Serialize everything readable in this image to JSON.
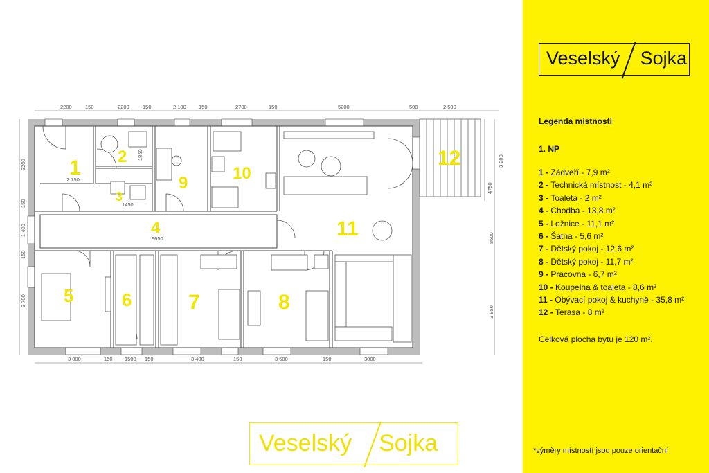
{
  "brand": {
    "part1": "Veselský",
    "part2": "Sojka"
  },
  "legend": {
    "heading": "Legenda místností",
    "floor": "1. NP",
    "rooms": [
      {
        "num": "1",
        "name": "Zádveří - 7,9 m²"
      },
      {
        "num": "2",
        "name": "Technická místnost - 4,1 m²"
      },
      {
        "num": "3",
        "name": "Toaleta - 2 m²"
      },
      {
        "num": "4",
        "name": "Chodba - 13,8 m²"
      },
      {
        "num": "5",
        "name": "Ložnice - 11,1 m²"
      },
      {
        "num": "6",
        "name": "Šatna - 5,6 m²"
      },
      {
        "num": "7",
        "name": "Dětský pokoj - 12,6 m²"
      },
      {
        "num": "8",
        "name": "Dětský pokoj - 11,7 m²"
      },
      {
        "num": "9",
        "name": "Pracovna - 6,7 m²"
      },
      {
        "num": "10",
        "name": "Koupelna & toaleta - 8,6 m²"
      },
      {
        "num": "11",
        "name": "Obývací pokoj & kuchyně - 35,8 m²"
      },
      {
        "num": "12",
        "name": "Terasa - 8 m²"
      }
    ],
    "total": "Celková plocha bytu je 120 m²."
  },
  "footnote": "*výměry místností jsou pouze orientační",
  "plan": {
    "room_labels": [
      "1",
      "2",
      "3",
      "4",
      "5",
      "6",
      "7",
      "8",
      "9",
      "10",
      "11",
      "12"
    ],
    "dims_top": [
      "2200",
      "150",
      "2200",
      "150",
      "2 100",
      "150",
      "2700",
      "150",
      "5200",
      "500",
      "2 500"
    ],
    "dims_bottom": [
      "3 000",
      "150",
      "1500",
      "150",
      "3 400",
      "150",
      "3 500",
      "150",
      "3000"
    ],
    "dims_left": [
      "3200",
      "150",
      "1 400",
      "150",
      "3 700"
    ],
    "dims_right": [
      "3 200",
      "4750",
      "8600",
      "3 850"
    ],
    "dims_inner": [
      "2 750",
      "1850",
      "1450",
      "9650"
    ]
  },
  "colors": {
    "accent": "#fff200",
    "room_label": "#f2e600",
    "wall": "#b3b3b3",
    "ink": "#111111"
  }
}
